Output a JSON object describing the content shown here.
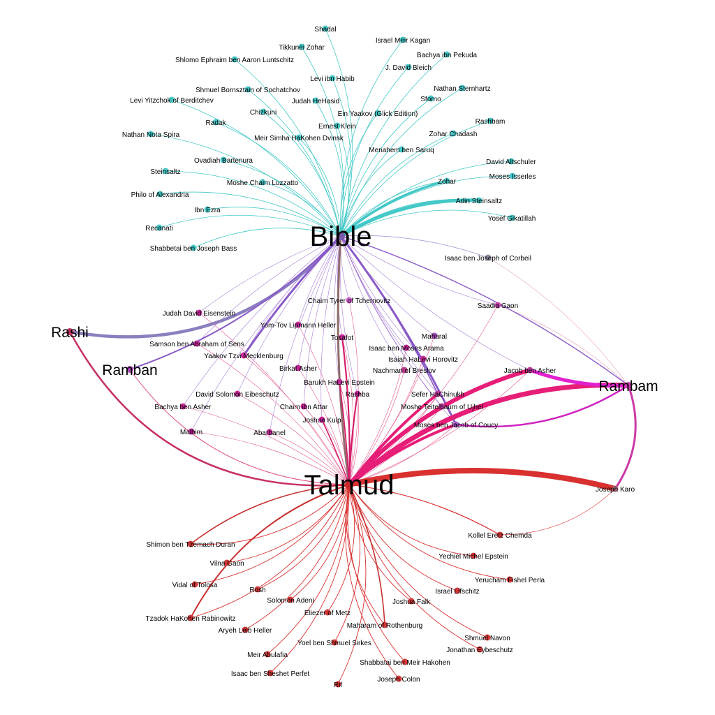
{
  "colors": {
    "bible": "#45c8c8",
    "bible_purple": "#8a5ac8",
    "talmud": "#d93030",
    "pink": "#e61e78",
    "magenta": "#cc3aa6",
    "violet": "#8c7fbf",
    "brown": "#8f6b6b",
    "crimson": "#c73060"
  },
  "hubs": [
    {
      "id": "bible",
      "label": "Bible",
      "size": "hub",
      "color": "bible"
    },
    {
      "id": "talmud",
      "label": "Talmud",
      "size": "hub",
      "color": "talmud"
    }
  ],
  "major_nodes": [
    {
      "id": "rashi",
      "label": "Rashi"
    },
    {
      "id": "ramban",
      "label": "Ramban"
    },
    {
      "id": "rambam",
      "label": "Rambam"
    }
  ],
  "nodes": [
    {
      "id": "shadal",
      "label": "Shadal",
      "group": "bible"
    },
    {
      "id": "israel-meir-kagan",
      "label": "Israel Meir Kagan",
      "group": "bible"
    },
    {
      "id": "tikkunei-zohar",
      "label": "Tikkunei Zohar",
      "group": "bible"
    },
    {
      "id": "bachya-ibn-pekuda",
      "label": "Bachya ibn Pekuda",
      "group": "bible"
    },
    {
      "id": "shlomo-ephraim",
      "label": "Shlomo Ephraim ben Aaron Luntschitz",
      "group": "bible"
    },
    {
      "id": "j-david-bleich",
      "label": "J. David Bleich",
      "group": "bible"
    },
    {
      "id": "levi-ibn-habib",
      "label": "Levi ibn Habib",
      "group": "bible"
    },
    {
      "id": "nathan-sternhartz",
      "label": "Nathan Sternhartz",
      "group": "bible"
    },
    {
      "id": "shmuel-bornsztain",
      "label": "Shmuel Bornsztain of Sochatchov",
      "group": "bible"
    },
    {
      "id": "levi-yitzchok",
      "label": "Levi Yitzchok of Berditchev",
      "group": "bible"
    },
    {
      "id": "judah-hehasid",
      "label": "Judah HeHasid",
      "group": "bible"
    },
    {
      "id": "sforno",
      "label": "Sforno",
      "group": "bible"
    },
    {
      "id": "chizkuni",
      "label": "Chizkuni",
      "group": "bible"
    },
    {
      "id": "ein-yaakov",
      "label": "Ein Yaakov (Glick Edition)",
      "group": "bible"
    },
    {
      "id": "radak",
      "label": "Radak",
      "group": "bible"
    },
    {
      "id": "rashbam",
      "label": "Rashbam",
      "group": "bible"
    },
    {
      "id": "ernest-klein",
      "label": "Ernest Klein",
      "group": "bible"
    },
    {
      "id": "nathan-nota-spira",
      "label": "Nathan Nota Spira",
      "group": "bible"
    },
    {
      "id": "zohar-chadash",
      "label": "Zohar Chadash",
      "group": "bible"
    },
    {
      "id": "meir-simha",
      "label": "Meir Simha HaKohen Dvinsk",
      "group": "bible"
    },
    {
      "id": "menahem-ben-saruq",
      "label": "Menahem ben Saruq",
      "group": "bible"
    },
    {
      "id": "ovadiah-bartenura",
      "label": "Ovadiah Bartenura",
      "group": "bible"
    },
    {
      "id": "david-altschuler",
      "label": "David Altschuler",
      "group": "bible"
    },
    {
      "id": "steinsaltz",
      "label": "Steinsaltz",
      "group": "bible"
    },
    {
      "id": "moses-isserles",
      "label": "Moses Isserles",
      "group": "bible"
    },
    {
      "id": "moshe-chaim-luzzatto",
      "label": "Moshe Chaim Luzzatto",
      "group": "bible"
    },
    {
      "id": "zohar",
      "label": "Zohar",
      "group": "bible"
    },
    {
      "id": "philo",
      "label": "Philo of Alexandria",
      "group": "bible"
    },
    {
      "id": "adin-steinsaltz",
      "label": "Adin Steinsaltz",
      "group": "bible"
    },
    {
      "id": "ibn-ezra",
      "label": "Ibn Ezra",
      "group": "bible"
    },
    {
      "id": "yosef-gikatilla",
      "label": "Yosef Gikatillah",
      "group": "bible"
    },
    {
      "id": "recanati",
      "label": "Recanati",
      "group": "bible"
    },
    {
      "id": "shabbetai-bass",
      "label": "Shabbetai ben Joseph Bass",
      "group": "bible"
    },
    {
      "id": "isaac-corbeil",
      "label": "Isaac ben Joseph of Corbeil",
      "group": "mixed"
    },
    {
      "id": "chaim-tyrer",
      "label": "Chaim Tyrer of Tchernovitz",
      "group": "mid"
    },
    {
      "id": "saadia-gaon",
      "label": "Saadia Gaon",
      "group": "mid"
    },
    {
      "id": "judah-david-eisenstein",
      "label": "Judah David Eisenstein",
      "group": "mid"
    },
    {
      "id": "yom-tov-heller",
      "label": "Yom-Tov Lipmann Heller",
      "group": "mid"
    },
    {
      "id": "tosafot",
      "label": "Tosafot",
      "group": "mid"
    },
    {
      "id": "maharal",
      "label": "Maharal",
      "group": "mid"
    },
    {
      "id": "samson-of-sens",
      "label": "Samson ben Abraham of Sens",
      "group": "mid"
    },
    {
      "id": "isaac-arama",
      "label": "Isaac ben Moses Arama",
      "group": "mid"
    },
    {
      "id": "yaakov-tzvi",
      "label": "Yaakov Tzvi Mecklenburg",
      "group": "mid"
    },
    {
      "id": "isaiah-horovitz",
      "label": "Isaiah HaLevi Horovitz",
      "group": "mid"
    },
    {
      "id": "birkat-asher",
      "label": "Birkat Asher",
      "group": "mid"
    },
    {
      "id": "nachman-breslov",
      "label": "Nachman of Breslov",
      "group": "mid"
    },
    {
      "id": "jacob-ben-asher",
      "label": "Jacob ben Asher",
      "group": "mid"
    },
    {
      "id": "barukh-epstein",
      "label": "Barukh HaLevi Epstein",
      "group": "mid"
    },
    {
      "id": "david-eibeschutz",
      "label": "David Solomon Eibeschutz",
      "group": "mid"
    },
    {
      "id": "rashba",
      "label": "Rashba",
      "group": "mid"
    },
    {
      "id": "sefer-hachinukh",
      "label": "Sefer HaChinukh",
      "group": "mid"
    },
    {
      "id": "bachya-ben-asher",
      "label": "Bachya ben Asher",
      "group": "mid"
    },
    {
      "id": "chaim-ibn-attar",
      "label": "Chaim ibn Attar",
      "group": "mid"
    },
    {
      "id": "moshe-teitelbaum",
      "label": "Moshe Teitelbaum of Ujhel",
      "group": "mid"
    },
    {
      "id": "joshua-kulp",
      "label": "Joshua Kulp",
      "group": "mid"
    },
    {
      "id": "moses-of-coucy",
      "label": "Moses ben Jacob of Coucy",
      "group": "mid"
    },
    {
      "id": "malbim",
      "label": "Malbim",
      "group": "mid"
    },
    {
      "id": "abarbanel",
      "label": "Abarbanel",
      "group": "mid"
    },
    {
      "id": "joseph-karo",
      "label": "Joseph Karo",
      "group": "talmud"
    },
    {
      "id": "kollel-eretz-chemda",
      "label": "Kollel Eretz Chemda",
      "group": "talmud"
    },
    {
      "id": "shimon-duran",
      "label": "Shimon ben Tzemach Duran",
      "group": "talmud"
    },
    {
      "id": "yechiel-epstein",
      "label": "Yechiel Michel Epstein",
      "group": "talmud"
    },
    {
      "id": "vilna-gaon",
      "label": "Vilna Gaon",
      "group": "talmud"
    },
    {
      "id": "yerucham-perla",
      "label": "Yerucham Fishel Perla",
      "group": "talmud"
    },
    {
      "id": "vidal-of-tolosa",
      "label": "Vidal of Tolosa",
      "group": "talmud"
    },
    {
      "id": "israel-lifschitz",
      "label": "Israel Lifschitz",
      "group": "talmud"
    },
    {
      "id": "rosh",
      "label": "Rosh",
      "group": "talmud"
    },
    {
      "id": "solomon-adeni",
      "label": "Solomon Adeni",
      "group": "talmud"
    },
    {
      "id": "joshua-falk",
      "label": "Joshua Falk",
      "group": "talmud"
    },
    {
      "id": "eliezer-of-metz",
      "label": "Eliezer of Metz",
      "group": "talmud"
    },
    {
      "id": "tzadok-hakohen",
      "label": "Tzadok HaKohen Rabinowitz",
      "group": "talmud"
    },
    {
      "id": "maharam",
      "label": "Maharam of Rothenburg",
      "group": "talmud"
    },
    {
      "id": "aryeh-leib-heller",
      "label": "Aryeh Leib Heller",
      "group": "talmud"
    },
    {
      "id": "shmuel-navon",
      "label": "Shmuel Navon",
      "group": "talmud"
    },
    {
      "id": "yoel-sirkes",
      "label": "Yoel ben Shmuel Sirkes",
      "group": "talmud"
    },
    {
      "id": "jonathan-eybeschutz",
      "label": "Jonathan Eybeschutz",
      "group": "talmud"
    },
    {
      "id": "meir-abulafia",
      "label": "Meir Abulafia",
      "group": "talmud"
    },
    {
      "id": "shabbatai-hakohen",
      "label": "Shabbatai ben Meir Hakohen",
      "group": "talmud"
    },
    {
      "id": "isaac-perfet",
      "label": "Isaac ben Sheshet Perfet",
      "group": "talmud"
    },
    {
      "id": "joseph-colon",
      "label": "Joseph Colon",
      "group": "talmud"
    },
    {
      "id": "rif",
      "label": "Rif",
      "group": "talmud"
    }
  ]
}
